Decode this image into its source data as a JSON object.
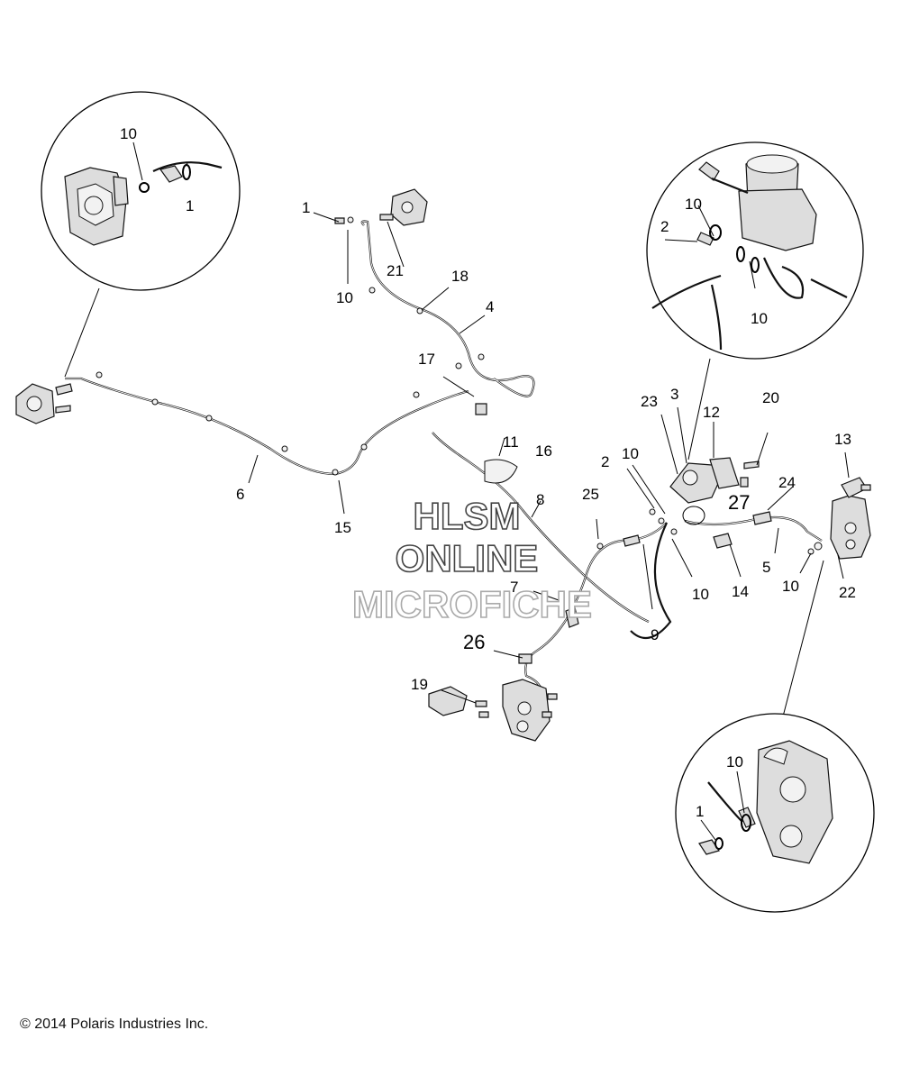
{
  "callouts": {
    "c_10a": "10",
    "c_1a": "1",
    "c_1b": "1",
    "c_10b": "10",
    "c_21": "21",
    "c_18": "18",
    "c_4": "4",
    "c_17": "17",
    "c_11": "11",
    "c_16": "16",
    "c_6": "6",
    "c_15": "15",
    "c_10c": "10",
    "c_2a": "2",
    "c_10d": "10",
    "c_23": "23",
    "c_3": "3",
    "c_12": "12",
    "c_20": "20",
    "c_13": "13",
    "c_2b": "2",
    "c_10e": "10",
    "c_25": "25",
    "c_8": "8",
    "c_27": "27",
    "c_24": "24",
    "c_7": "7",
    "c_10f": "10",
    "c_14": "14",
    "c_5": "5",
    "c_10g": "10",
    "c_22": "22",
    "c_9": "9",
    "c_26": "26",
    "c_19": "19",
    "c_10h": "10",
    "c_1c": "1"
  },
  "watermark": {
    "line1": "HLSM",
    "line2": "ONLINE",
    "line3": "MICROFICHE"
  },
  "copyright": "© 2014 Polaris Industries Inc."
}
